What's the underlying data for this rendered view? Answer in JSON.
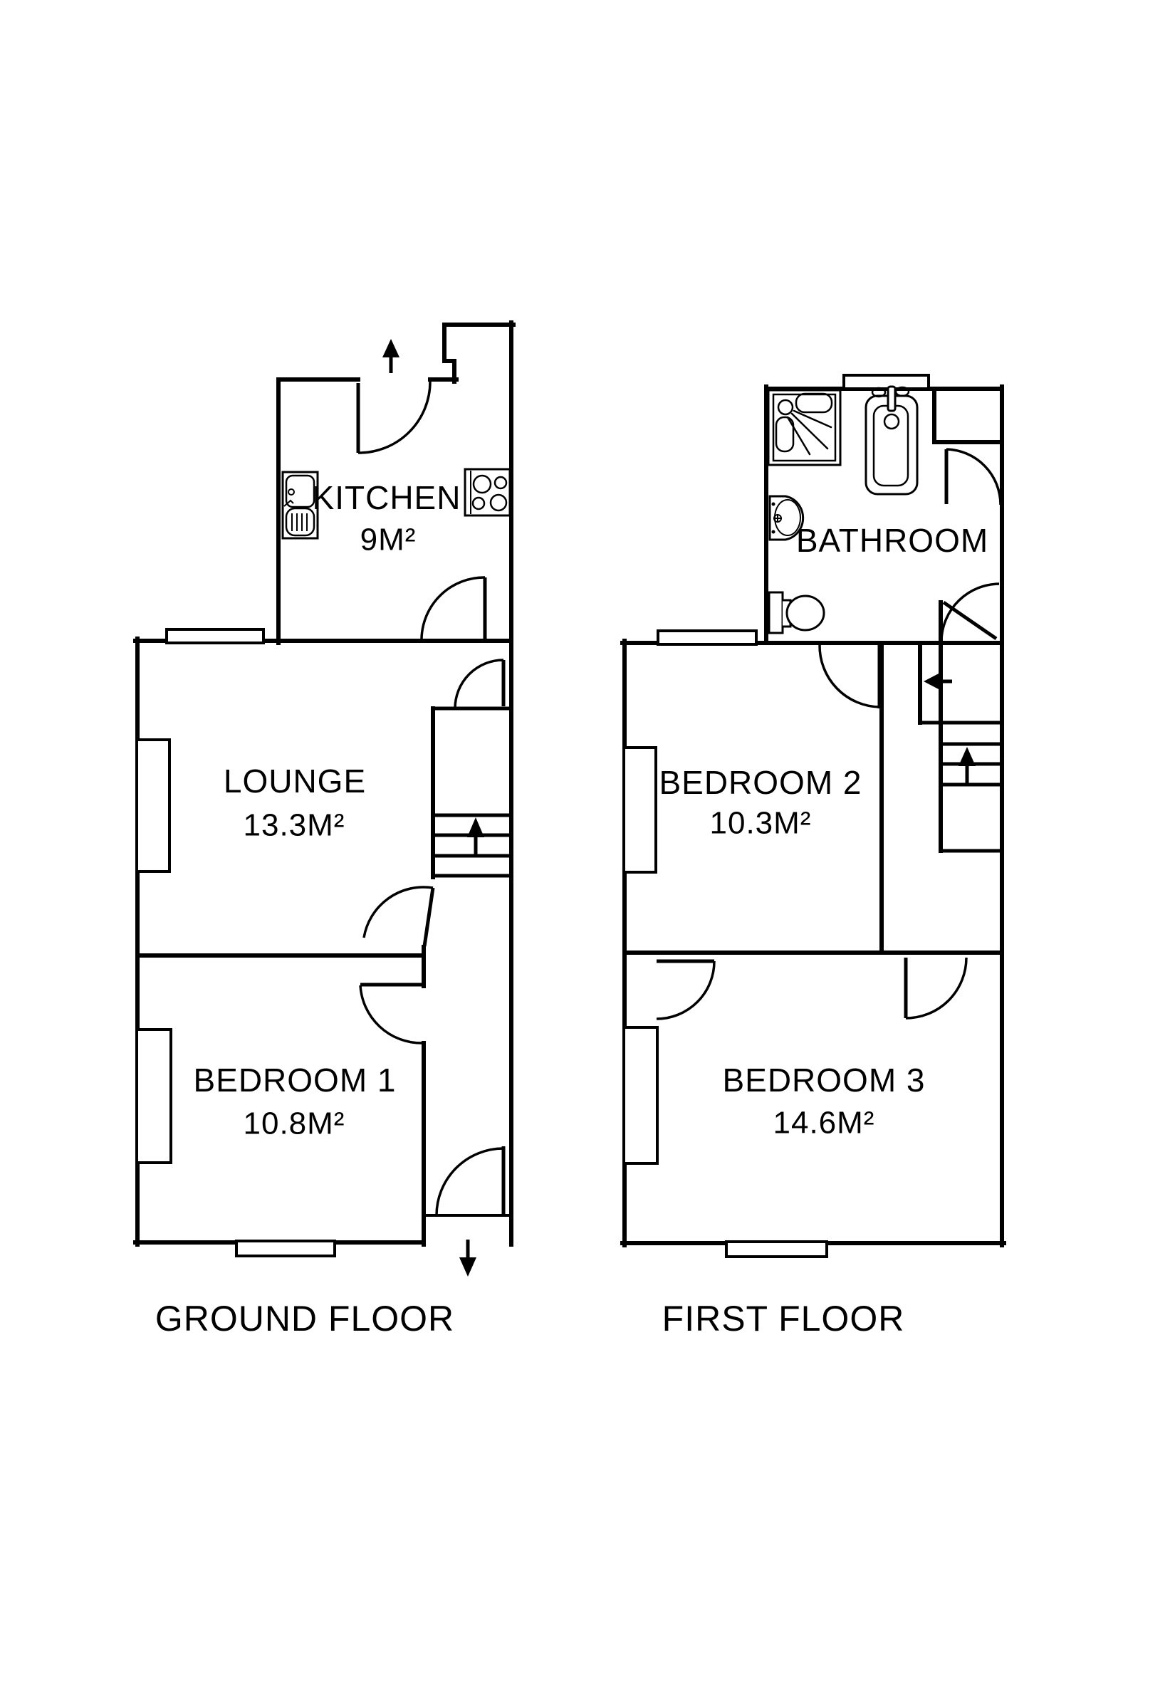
{
  "colors": {
    "line": "#000000",
    "background": "#ffffff"
  },
  "ground_floor": {
    "label": "GROUND FLOOR",
    "rooms": {
      "kitchen": {
        "name": "KITCHEN",
        "area": "9M²"
      },
      "lounge": {
        "name": "LOUNGE",
        "area": "13.3M²"
      },
      "bedroom1": {
        "name": "BEDROOM 1",
        "area": "10.8M²"
      }
    }
  },
  "first_floor": {
    "label": "FIRST FLOOR",
    "rooms": {
      "bathroom": {
        "name": "BATHROOM"
      },
      "bedroom2": {
        "name": "BEDROOM 2",
        "area": "10.3M²"
      },
      "bedroom3": {
        "name": "BEDROOM 3",
        "area": "14.6M²"
      }
    }
  }
}
